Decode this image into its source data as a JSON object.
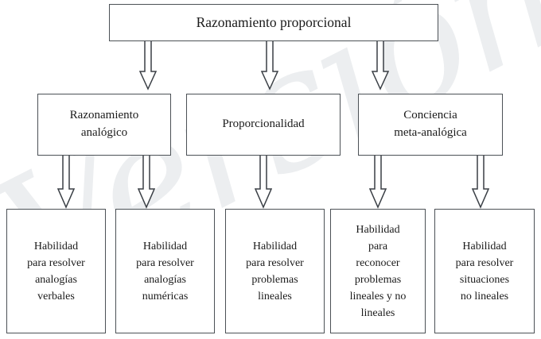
{
  "diagram": {
    "watermark_text": "Versión",
    "colors": {
      "box_border": "#4c5156",
      "arrow_stroke": "#3a3f45",
      "text": "#1b1b1b",
      "background": "#ffffff",
      "watermark": "#eceef0"
    },
    "root": {
      "label": "Razonamiento proporcional"
    },
    "level2": [
      {
        "label": "Razonamiento\nanalógico"
      },
      {
        "label": "Proporcionalidad"
      },
      {
        "label": "Conciencia\nmeta-analógica"
      }
    ],
    "leaves": [
      {
        "label": "Habilidad\npara resolver\nanalogías\nverbales"
      },
      {
        "label": "Habilidad\npara resolver\nanalogías\nnuméricas"
      },
      {
        "label": "Habilidad\npara resolver\nproblemas\nlineales"
      },
      {
        "label": "Habilidad\npara\nreconocer\nproblemas\nlineales y no\nlineales"
      },
      {
        "label": "Habilidad\npara resolver\nsituaciones\nno lineales"
      }
    ]
  }
}
